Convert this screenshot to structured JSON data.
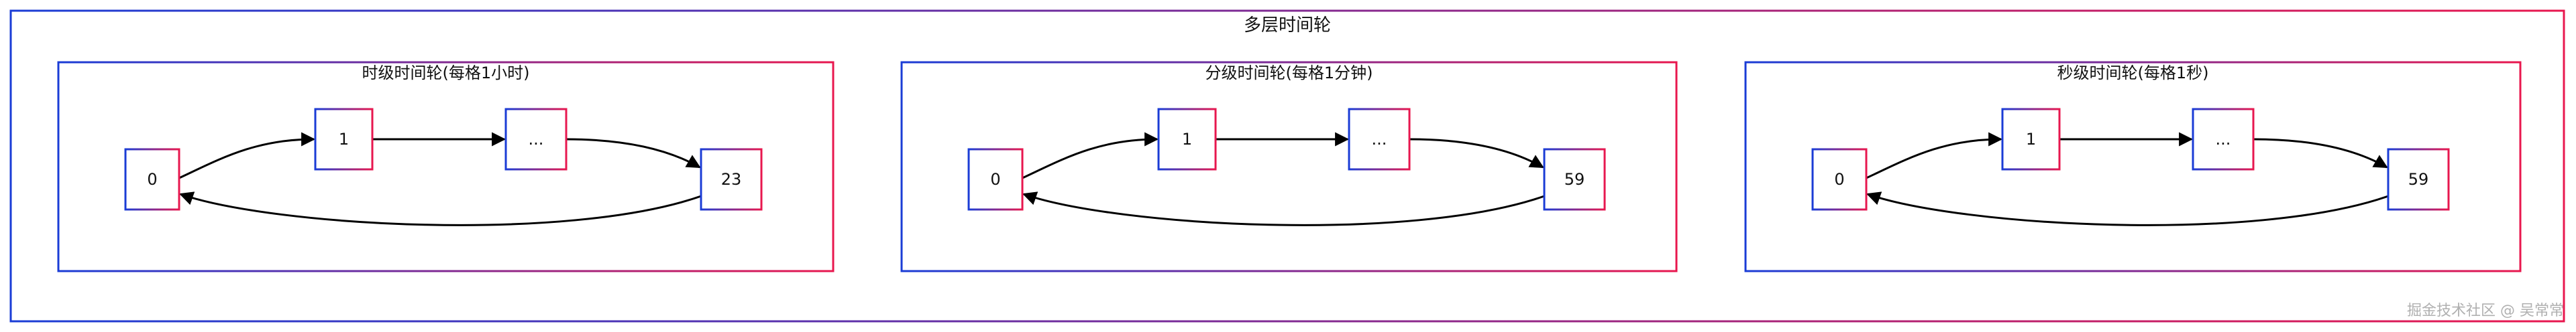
{
  "title": "多层时间轮",
  "colors": {
    "border_start": "#1a3cd6",
    "border_end": "#e8174e",
    "arrow": "#000000",
    "text": "#111111",
    "watermark": "#b0b0b0"
  },
  "wheels": [
    {
      "title": "时级时间轮(每格1小时)",
      "slots": [
        "0",
        "1",
        "...",
        "23"
      ]
    },
    {
      "title": "分级时间轮(每格1分钟)",
      "slots": [
        "0",
        "1",
        "...",
        "59"
      ]
    },
    {
      "title": "秒级时间轮(每格1秒)",
      "slots": [
        "0",
        "1",
        "...",
        "59"
      ]
    }
  ],
  "watermark": "掘金技术社区 @ 吴常常"
}
